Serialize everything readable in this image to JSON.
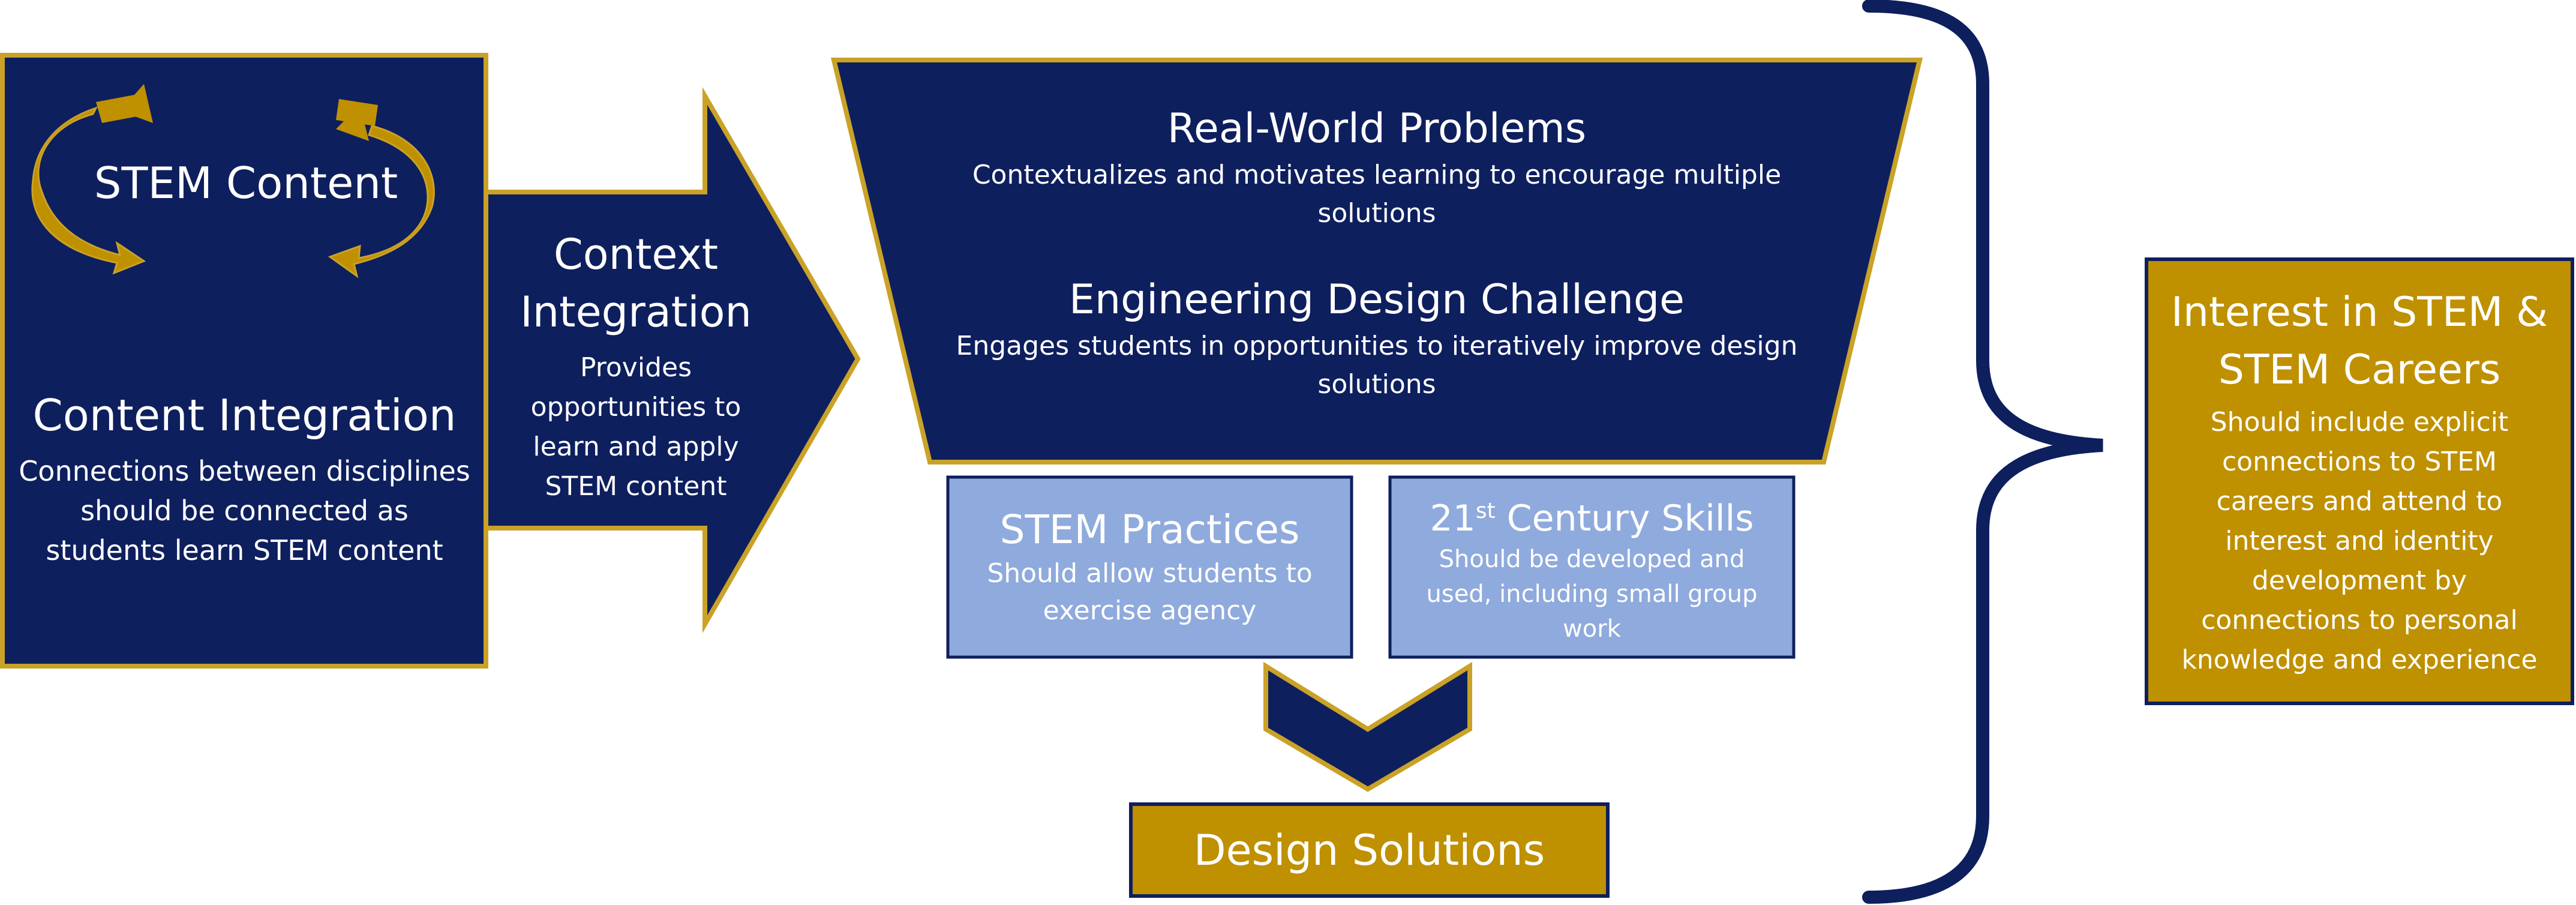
{
  "colors": {
    "navy": "#0e1f5e",
    "gold": "#bf9000",
    "gold_border": "#c9a227",
    "light_blue": "#8faadc",
    "white": "#ffffff"
  },
  "content_integration": {
    "stem_content_label": "STEM Content",
    "title": "Content Integration",
    "description": "Connections between disciplines should be connected as students learn STEM content"
  },
  "context_integration": {
    "title_line1": "Context",
    "title_line2": "Integration",
    "description": "Provides opportunities to learn and apply STEM content"
  },
  "funnel": {
    "real_world_title": "Real-World Problems",
    "real_world_desc": "Contextualizes and motivates learning to encourage multiple solutions",
    "engineering_title": "Engineering Design Challenge",
    "engineering_desc": "Engages students in opportunities to iteratively improve design solutions"
  },
  "stem_practices": {
    "title": "STEM Practices",
    "description": "Should allow students to exercise agency"
  },
  "century_skills": {
    "title_number": "21",
    "title_superscript": "st",
    "title_rest": "Century Skills",
    "description": "Should be developed and used, including small group work"
  },
  "design_solutions": {
    "title": "Design Solutions"
  },
  "interest": {
    "title": "Interest in STEM & STEM Careers",
    "description": "Should include explicit connections to STEM careers and attend to interest and identity development by connections to personal knowledge and experience"
  }
}
